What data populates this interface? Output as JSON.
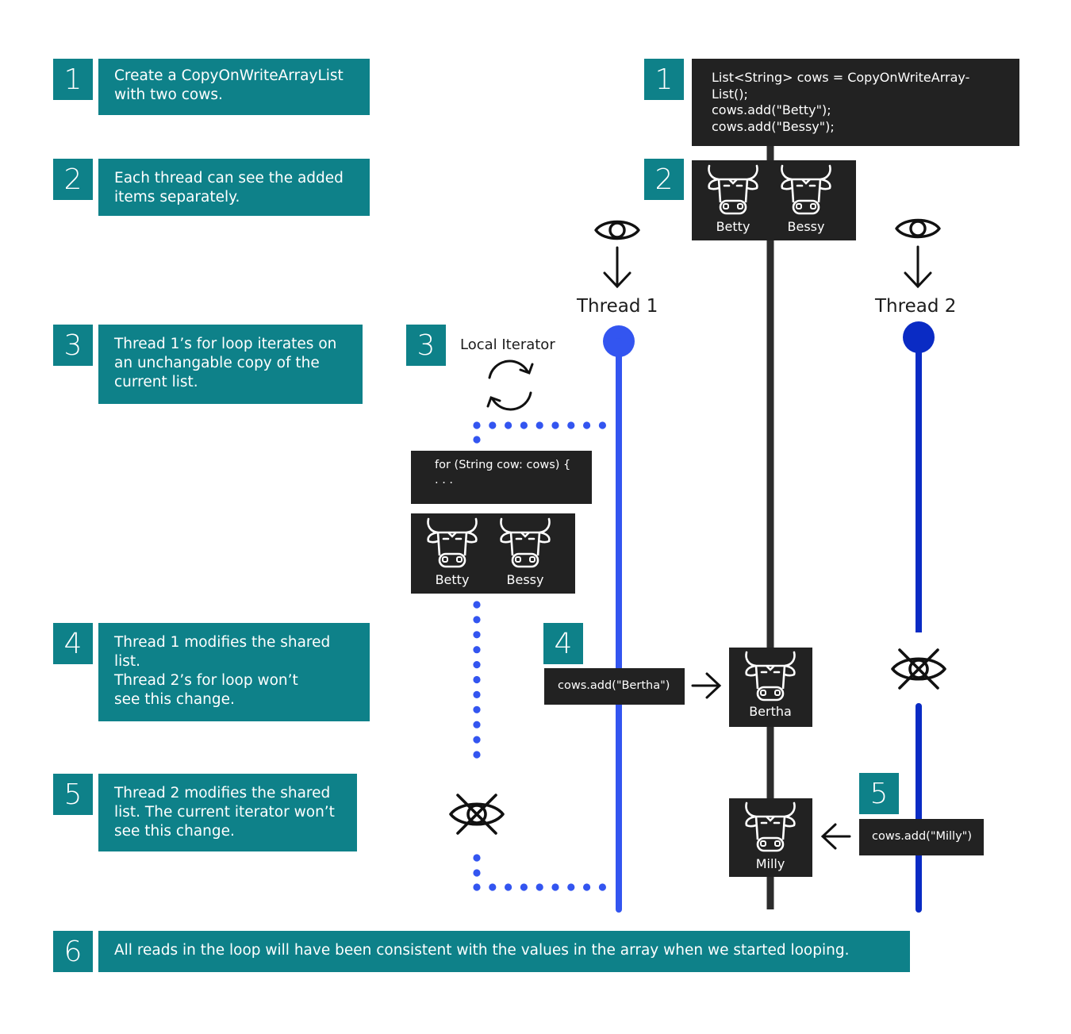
{
  "steps": [
    {
      "number": "1",
      "lines": [
        "Create a CopyOnWriteArrayList",
        "with two cows."
      ]
    },
    {
      "number": "2",
      "lines": [
        "Each thread can see the added",
        "items separately."
      ]
    },
    {
      "number": "3",
      "lines": [
        "Thread 1’s for loop iterates on",
        "an unchangable copy of the",
        "current list."
      ]
    },
    {
      "number": "4",
      "lines": [
        "Thread 1 modifies the shared",
        "list.",
        "Thread 2’s for loop won’t",
        "see this change."
      ]
    },
    {
      "number": "5",
      "lines": [
        "Thread 2 modifies the shared",
        "list. The current iterator won’t",
        "see this change."
      ]
    },
    {
      "number": "6",
      "lines": [
        "All reads in the loop will have been consistent with the values in the array when we started looping."
      ]
    }
  ],
  "diagram": {
    "markers": [
      "1",
      "2",
      "3",
      "4",
      "5"
    ],
    "shared_list_code": [
      "List<String> cows = CopyOnWriteArray-",
      "List();",
      "cows.add(\"Betty\");",
      "cows.add(\"Bessy\");"
    ],
    "shared_cows": [
      "Betty",
      "Bessy"
    ],
    "thread1_label": "Thread 1",
    "thread2_label": "Thread 2",
    "local_iterator_label": "Local Iterator",
    "loop_code": [
      "for (String cow: cows) {",
      ". . ."
    ],
    "iterator_cows": [
      "Betty",
      "Bessy"
    ],
    "thread1_action": "cows.add(\"Bertha\")",
    "added_cow_1": "Bertha",
    "thread2_action": "cows.add(\"Milly\")",
    "added_cow_2": "Milly",
    "icons": [
      "eye-icon",
      "arrow-down-icon",
      "refresh-icon",
      "eye-crossed-icon",
      "arrow-right-icon",
      "arrow-left-icon",
      "cow-icon"
    ],
    "colors": {
      "teal": "#0e8189",
      "dark": "#222222",
      "thread1": "#3355f0",
      "thread2": "#0a2bc4",
      "list": "#2c2c2c"
    }
  }
}
